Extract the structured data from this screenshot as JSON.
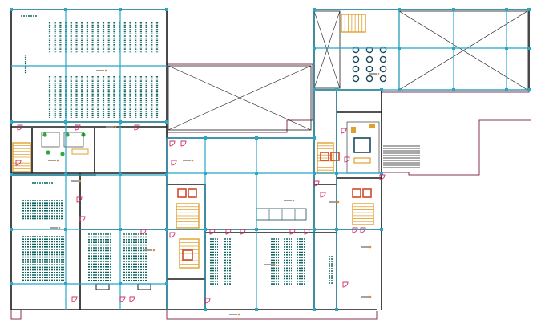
{
  "drawing": {
    "colors": {
      "background": "#ffffff",
      "wall": "#1a1a1a",
      "column_grid": "#2aa8c8",
      "seating": "#0f6660",
      "stair": "#e0a030",
      "stair_accent": "#d04a2a",
      "door": "#cc2f6a",
      "outline": "#8a3050",
      "plant": "#2eaa3a",
      "table": "#1a4a5a",
      "label_marker": "#e58a2a"
    },
    "rooms": [
      {
        "id": "auditorium-north",
        "kind": "seating-hall"
      },
      {
        "id": "wet-core-west",
        "kind": "toilets"
      },
      {
        "id": "lecture-hall-west",
        "kind": "seating-hall"
      },
      {
        "id": "classroom-south-west",
        "kind": "seating-hall"
      },
      {
        "id": "hall-south-central",
        "kind": "seating-hall"
      },
      {
        "id": "double-height-void-central",
        "kind": "void"
      },
      {
        "id": "double-height-void-north-east",
        "kind": "void"
      },
      {
        "id": "dining-area-north-east",
        "kind": "tables"
      },
      {
        "id": "office-east",
        "kind": "office"
      }
    ],
    "stair_cores": [
      {
        "id": "stair-west"
      },
      {
        "id": "stair-central-north"
      },
      {
        "id": "stair-central-south"
      },
      {
        "id": "stair-east-north"
      },
      {
        "id": "stair-east-south"
      },
      {
        "id": "stair-north-east"
      }
    ]
  }
}
